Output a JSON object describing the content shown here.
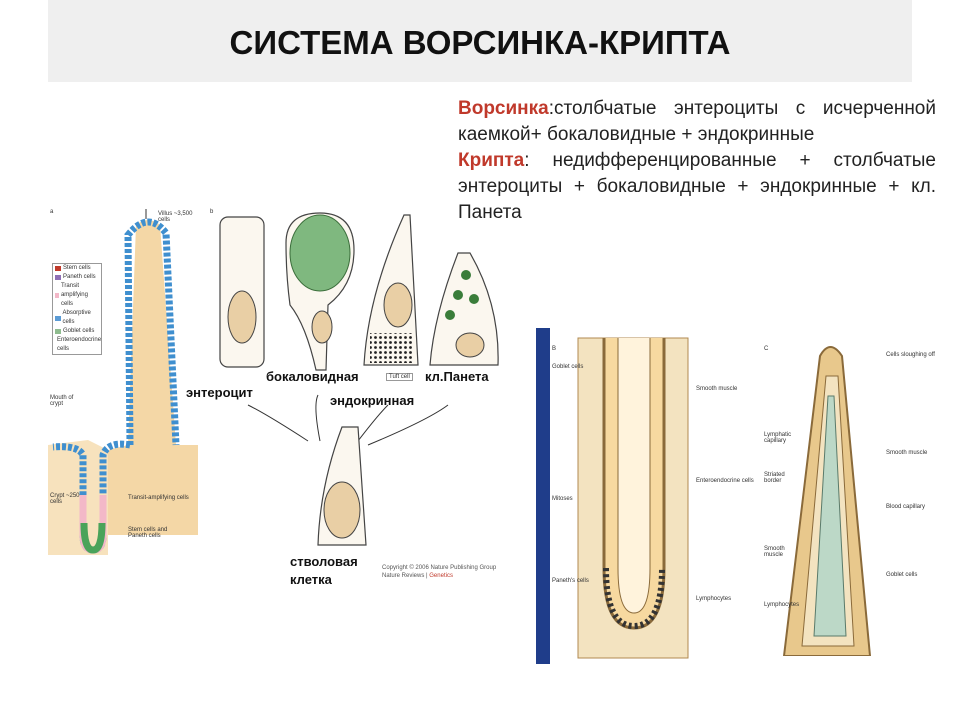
{
  "title": "СИСТЕМА ВОРСИНКА-КРИПТА",
  "description": {
    "villus_term": "Ворсинка",
    "villus_text": ":столбчатые энтероциты с исчерченной каемкой+ бокаловидные + эндокринные",
    "crypt_term": "Крипта",
    "crypt_text": ": недифференцированные + столбчатые энтероциты + бокаловидные + эндокринные + кл. Панета"
  },
  "figure_a": {
    "panel_letter": "a",
    "villus_label": "Villus ~3,500 cells",
    "legend": [
      "Stem cells",
      "Paneth cells",
      "Transit amplifying cells",
      "Absorptive cells",
      "Goblet cells",
      "Enteroendocrine cells"
    ],
    "legend_colors": [
      "#c0392b",
      "#8e6fb5",
      "#f3b8c8",
      "#5b9bd5",
      "#8fbc8f",
      "#4aa35a"
    ],
    "mouth_label": "Mouth of crypt",
    "crypt_label": "Crypt ~250 cells",
    "transit_label": "Transit-amplifying cells",
    "stem_label": "Stem cells and Paneth cells"
  },
  "figure_b": {
    "panel_letter": "b",
    "enterocyte": "энтероцит",
    "goblet": "бокаловидная",
    "paneth": "кл.Панета",
    "endocrine": "эндокринная",
    "stem": "стволовая клетка",
    "small_label": "Tuft cell",
    "copyright": "Copyright © 2006 Nature Publishing Group",
    "journal": "Nature Reviews",
    "journal_section": "Genetics"
  },
  "figure_c": {
    "panel_letter": "B",
    "left_labels": [
      "Goblet cells",
      "Mitoses",
      "Paneth's cells"
    ],
    "right_labels": [
      "Smooth muscle",
      "Enteroendocrine cells",
      "Lymphocytes"
    ]
  },
  "figure_d": {
    "panel_letter": "C",
    "left_labels": [
      "Lymphatic capillary",
      "Striated border",
      "Smooth muscle",
      "Lymphocytes"
    ],
    "right_labels": [
      "Cells sloughing off",
      "Smooth muscle",
      "Blood capillary",
      "Goblet cells"
    ]
  },
  "colors": {
    "term_red": "#c0392b",
    "epithelium_blue": "#3f8fcf",
    "tissue_beige": "#f4d7a6",
    "title_bg": "#efefef",
    "sidebar_blue": "#1f3d8a"
  }
}
